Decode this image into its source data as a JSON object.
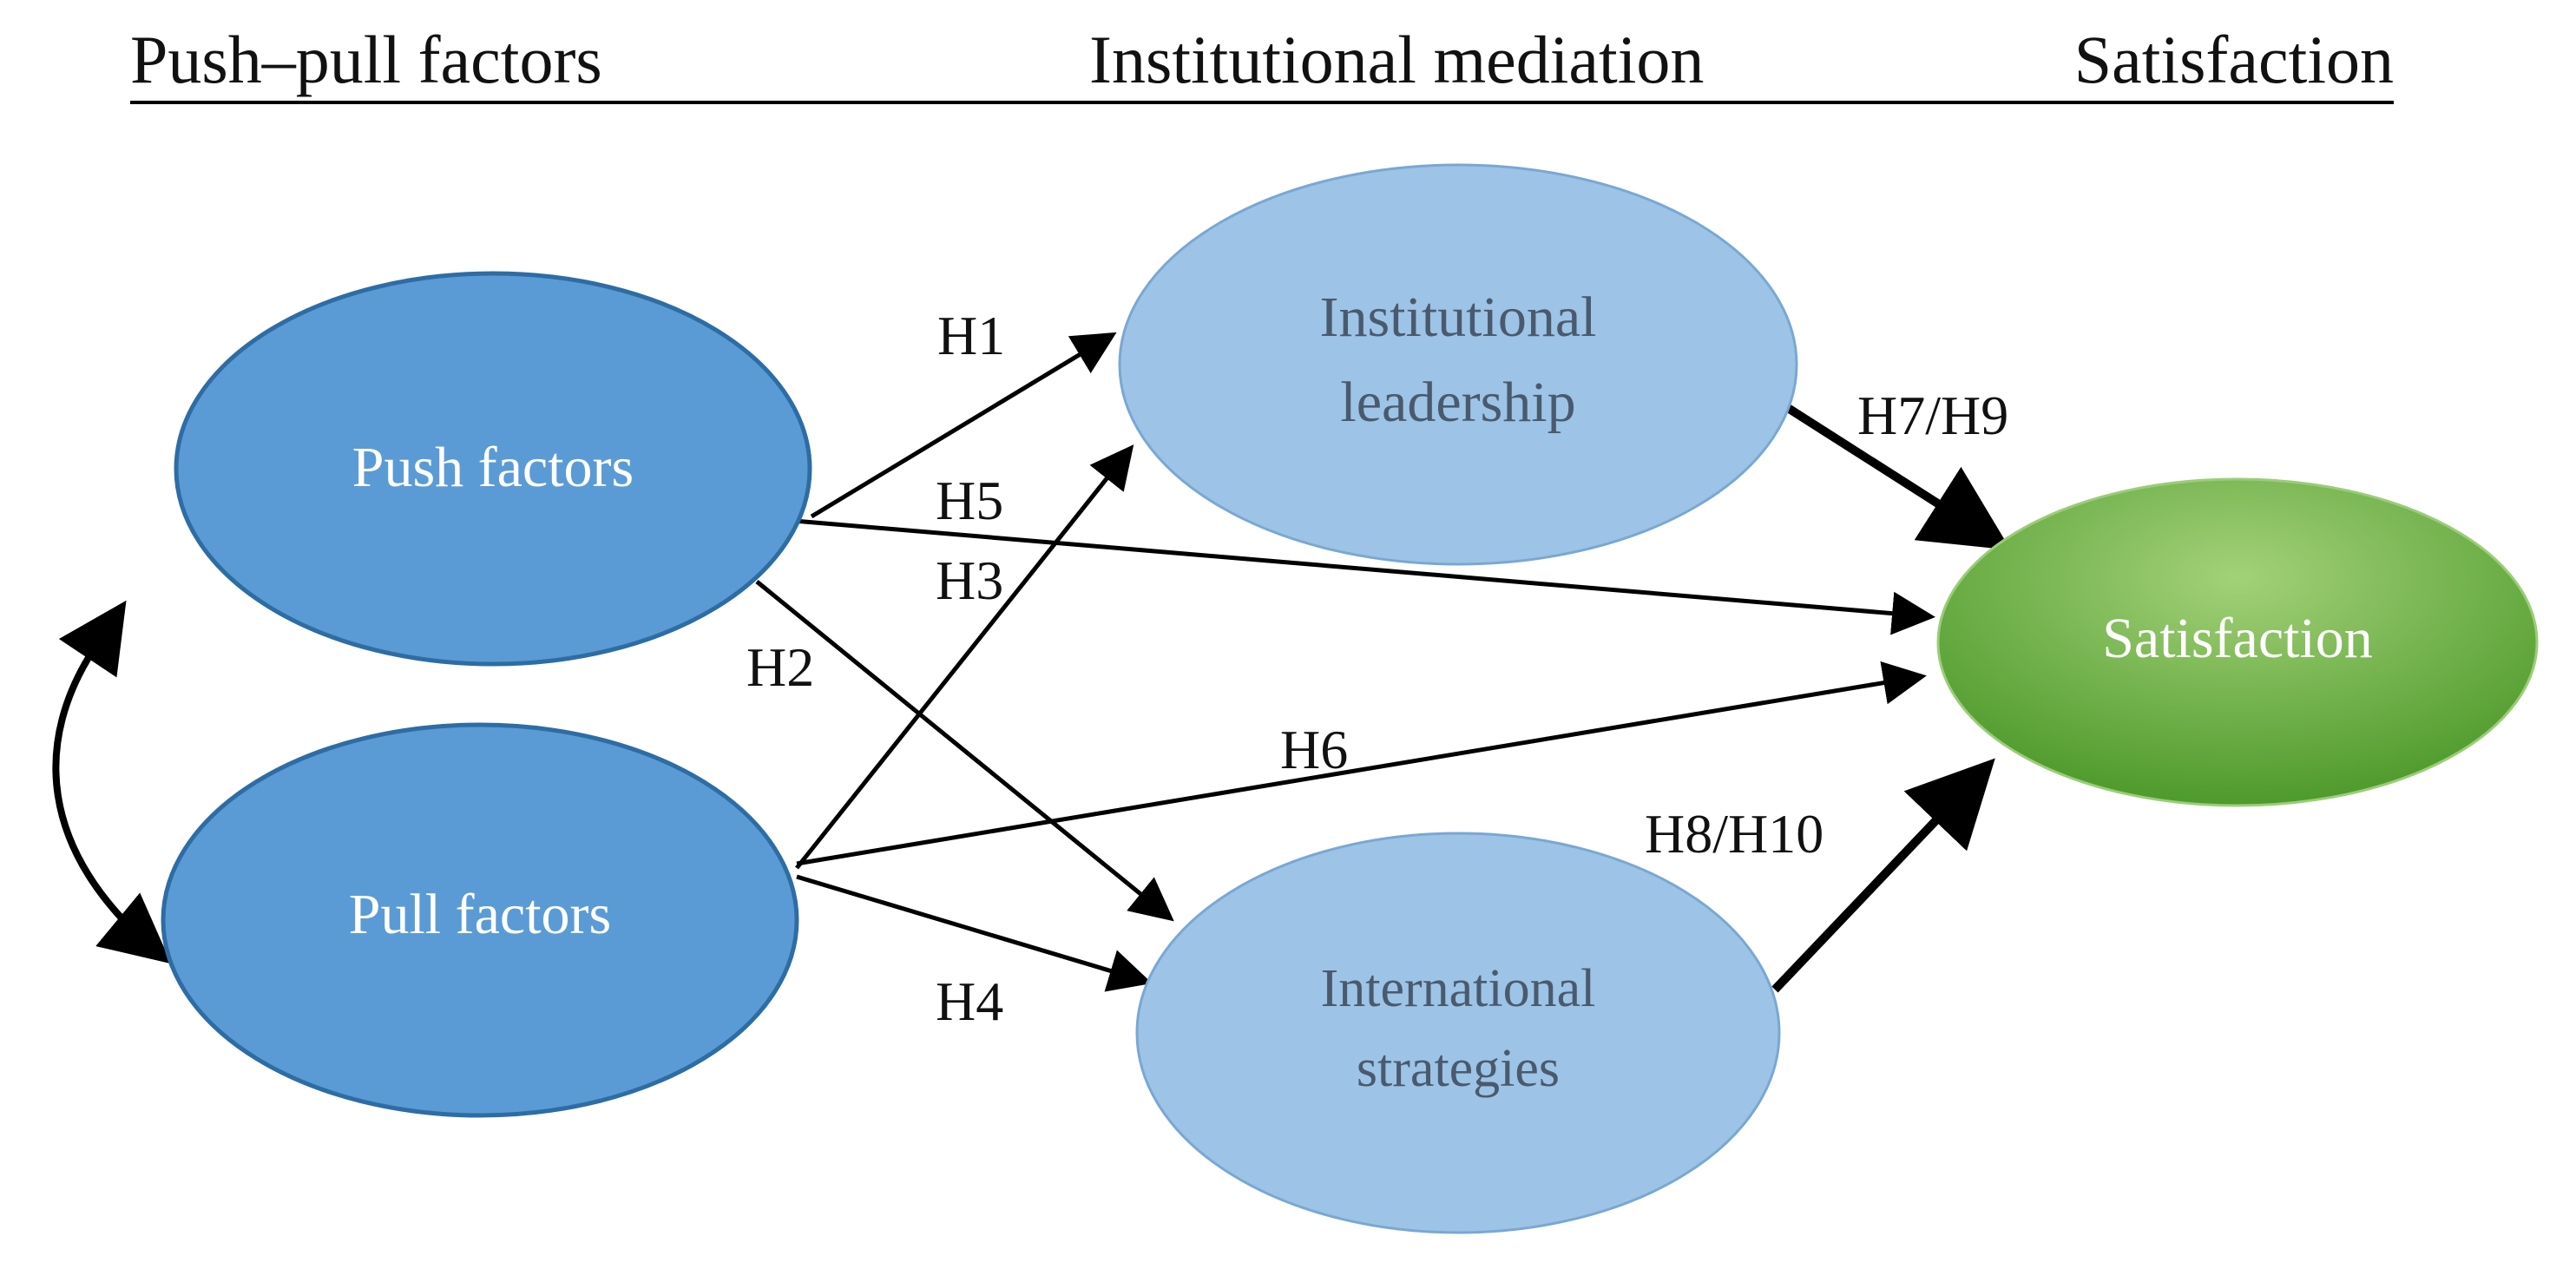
{
  "headers": {
    "left": "Push–pull factors",
    "middle": "Institutional mediation",
    "right": "Satisfaction"
  },
  "nodes": {
    "push": {
      "label": "Push factors"
    },
    "pull": {
      "label": "Pull factors"
    },
    "leadership": {
      "line1": "Institutional",
      "line2": "leadership"
    },
    "strategies": {
      "line1": "International",
      "line2": "strategies"
    },
    "satisfaction": {
      "label": "Satisfaction"
    }
  },
  "edge_labels": {
    "h1": "H1",
    "h2": "H2",
    "h3": "H3",
    "h4": "H4",
    "h5": "H5",
    "h6": "H6",
    "h7h9": "H7/H9",
    "h8h10": "H8/H10"
  },
  "colors": {
    "push_pull_fill": "#5b9bd5",
    "push_pull_stroke": "#2e6ca4",
    "mediator_fill": "#9dc3e6",
    "mediator_stroke": "#7aa7d3",
    "mediator_text": "#4a5a6e",
    "satisfaction_light": "#a3d179",
    "satisfaction_dark": "#4e9a2b",
    "arrow": "#000000"
  }
}
